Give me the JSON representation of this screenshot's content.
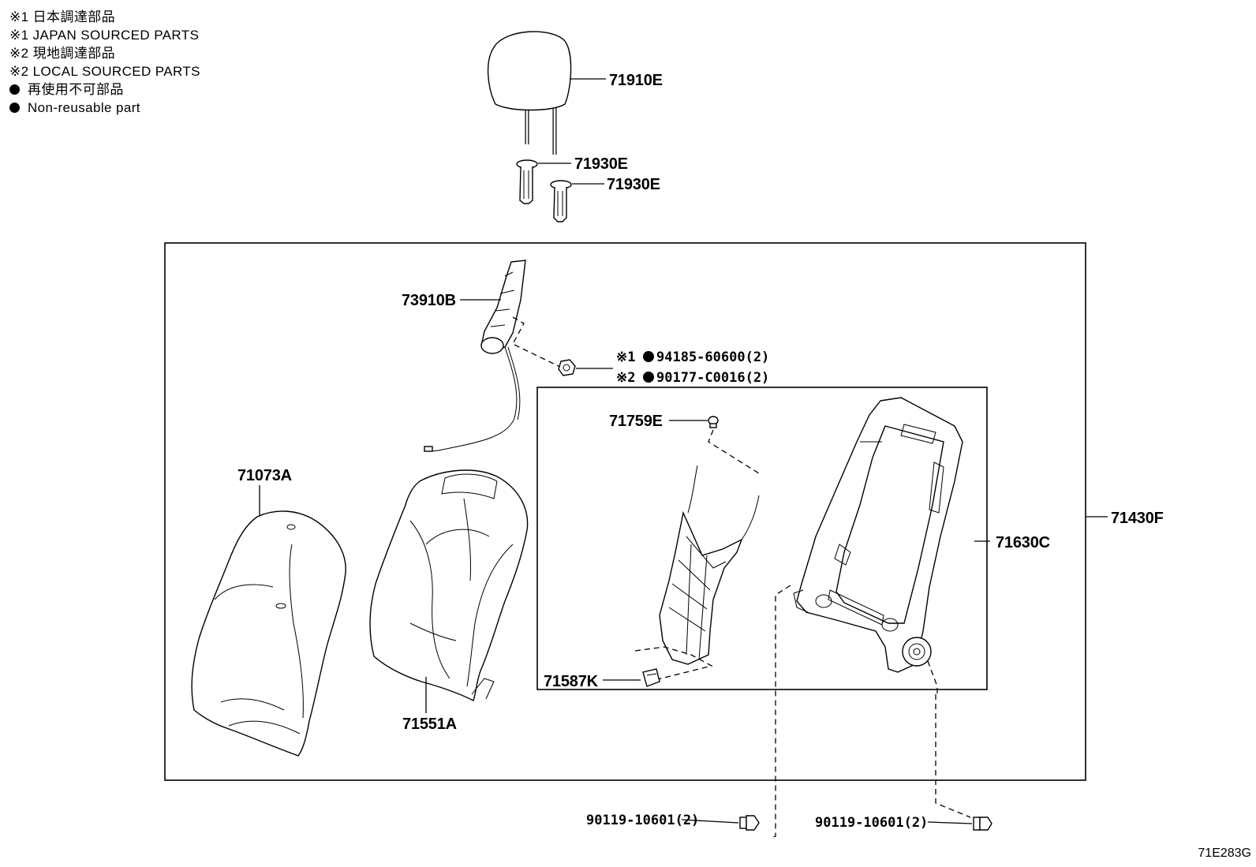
{
  "legend": [
    {
      "mark": "※1",
      "text": "日本調達部品"
    },
    {
      "mark": "※1",
      "text": "JAPAN SOURCED PARTS"
    },
    {
      "mark": "※2",
      "text": "現地調達部品"
    },
    {
      "mark": "※2",
      "text": "LOCAL SOURCED PARTS"
    },
    {
      "mark": "dot",
      "text": "再使用不可部品"
    },
    {
      "mark": "dot",
      "text": "Non-reusable part"
    }
  ],
  "parts": {
    "headrest": "71910E",
    "support_a": "71930E",
    "support_b": "71930E",
    "heater": "73910B",
    "nut_jp_mark": "※1",
    "nut_jp": "94185-60600(2)",
    "nut_local_mark": "※2",
    "nut_local": "90177-C0016(2)",
    "clip": "71759E",
    "pad": "71073A",
    "cover": "71551A",
    "frame": "71630C",
    "assembly": "71430F",
    "spring": "71587K",
    "bolt_left": "90119-10601(2)",
    "bolt_right": "90119-10601(2)"
  },
  "reference": "71E283G"
}
